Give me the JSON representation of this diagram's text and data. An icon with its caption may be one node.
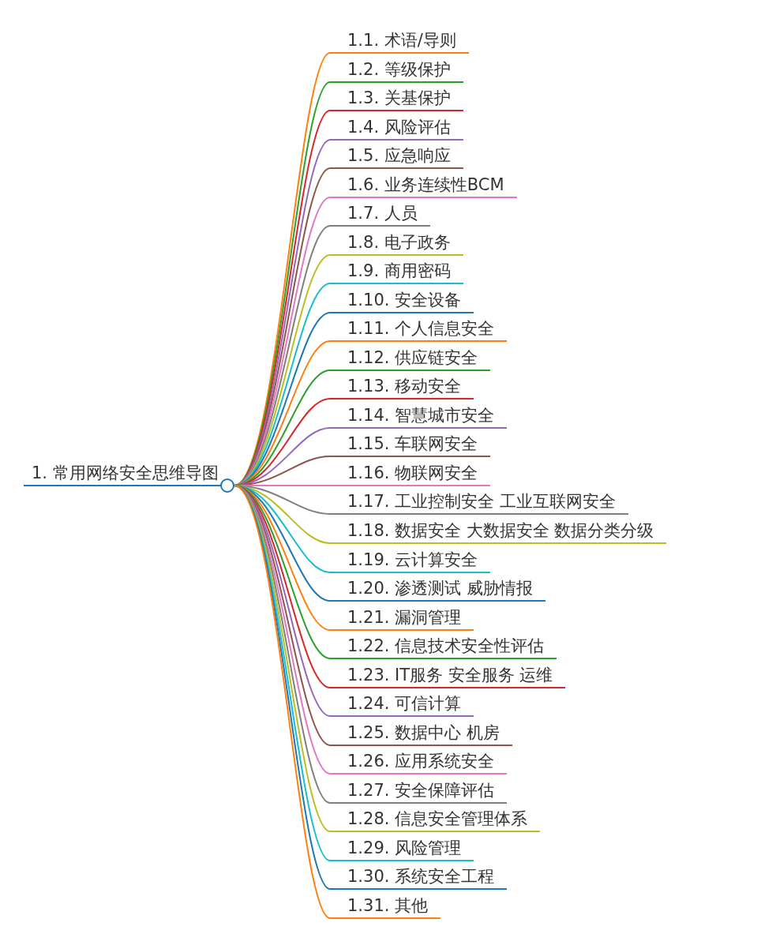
{
  "diagram": {
    "nodes": [
      {
        "text": [
          "1. 常用网络安全思维导图"
        ]
      },
      {
        "text": [
          "1.1. 术语/导则"
        ]
      },
      {
        "text": [
          "1.2. 等级保护"
        ]
      },
      {
        "text": [
          "1.3. 关基保护"
        ]
      },
      {
        "text": [
          "1.4. 风险评估"
        ]
      },
      {
        "text": [
          "1.5. 应急响应"
        ]
      },
      {
        "text": [
          "1.6. 业务连续性BCM"
        ]
      },
      {
        "text": [
          "1.7. 人员"
        ]
      },
      {
        "text": [
          "1.8. 电子政务"
        ]
      },
      {
        "text": [
          "1.9. 商用密码"
        ]
      },
      {
        "text": [
          "1.10. 安全设备"
        ]
      },
      {
        "text": [
          "1.11. 个人信息安全"
        ]
      },
      {
        "text": [
          "1.12. 供应链安全"
        ]
      },
      {
        "text": [
          "1.13. 移动安全"
        ]
      },
      {
        "text": [
          "1.14. 智慧城市安全"
        ]
      },
      {
        "text": [
          "1.15. 车联网安全"
        ]
      },
      {
        "text": [
          "1.16. 物联网安全"
        ]
      },
      {
        "text": [
          "1.17. 工业控制安全 工业互联网安全"
        ]
      },
      {
        "text": [
          "1.18. 数据安全 大数据安全 数据分类分级"
        ]
      },
      {
        "text": [
          "1.19. 云计算安全"
        ]
      },
      {
        "text": [
          "1.20. 渗透测试 威胁情报"
        ]
      },
      {
        "text": [
          "1.21. 漏洞管理"
        ]
      },
      {
        "text": [
          "1.22. 信息技术安全性评估"
        ]
      },
      {
        "text": [
          "1.23. IT服务 安全服务 运维"
        ]
      },
      {
        "text": [
          "1.24. 可信计算"
        ]
      },
      {
        "text": [
          "1.25. 数据中心 机房"
        ]
      },
      {
        "text": [
          "1.26. 应用系统安全"
        ]
      },
      {
        "text": [
          "1.27. 安全保障评估"
        ]
      },
      {
        "text": [
          "1.28. 信息安全管理体系"
        ]
      },
      {
        "text": [
          "1.29. 风险管理"
        ]
      },
      {
        "text": [
          "1.30. 系统安全工程"
        ]
      },
      {
        "text": [
          "1.31. 其他"
        ]
      }
    ],
    "edges": [
      {
        "from": 0,
        "to": 1,
        "arrow": "none",
        "color": "#ff7f0e"
      },
      {
        "from": 0,
        "to": 2,
        "arrow": "none",
        "color": "#2ca02c"
      },
      {
        "from": 0,
        "to": 3,
        "arrow": "none",
        "color": "#d62728"
      },
      {
        "from": 0,
        "to": 4,
        "arrow": "none",
        "color": "#9467bd"
      },
      {
        "from": 0,
        "to": 5,
        "arrow": "none",
        "color": "#8c564b"
      },
      {
        "from": 0,
        "to": 6,
        "arrow": "none",
        "color": "#e377c2"
      },
      {
        "from": 0,
        "to": 7,
        "arrow": "none",
        "color": "#7f7f7f"
      },
      {
        "from": 0,
        "to": 8,
        "arrow": "none",
        "color": "#bcbd22"
      },
      {
        "from": 0,
        "to": 9,
        "arrow": "none",
        "color": "#17becf"
      },
      {
        "from": 0,
        "to": 10,
        "arrow": "none",
        "color": "#1f77b4"
      },
      {
        "from": 0,
        "to": 11,
        "arrow": "none",
        "color": "#ff7f0e"
      },
      {
        "from": 0,
        "to": 12,
        "arrow": "none",
        "color": "#2ca02c"
      },
      {
        "from": 0,
        "to": 13,
        "arrow": "none",
        "color": "#d62728"
      },
      {
        "from": 0,
        "to": 14,
        "arrow": "none",
        "color": "#9467bd"
      },
      {
        "from": 0,
        "to": 15,
        "arrow": "none",
        "color": "#8c564b"
      },
      {
        "from": 0,
        "to": 16,
        "arrow": "none",
        "color": "#e377c2"
      },
      {
        "from": 0,
        "to": 17,
        "arrow": "none",
        "color": "#7f7f7f"
      },
      {
        "from": 0,
        "to": 18,
        "arrow": "none",
        "color": "#bcbd22"
      },
      {
        "from": 0,
        "to": 19,
        "arrow": "none",
        "color": "#17becf"
      },
      {
        "from": 0,
        "to": 20,
        "arrow": "none",
        "color": "#1f77b4"
      },
      {
        "from": 0,
        "to": 21,
        "arrow": "none",
        "color": "#ff7f0e"
      },
      {
        "from": 0,
        "to": 22,
        "arrow": "none",
        "color": "#2ca02c"
      },
      {
        "from": 0,
        "to": 23,
        "arrow": "none",
        "color": "#d62728"
      },
      {
        "from": 0,
        "to": 24,
        "arrow": "none",
        "color": "#9467bd"
      },
      {
        "from": 0,
        "to": 25,
        "arrow": "none",
        "color": "#8c564b"
      },
      {
        "from": 0,
        "to": 26,
        "arrow": "none",
        "color": "#e377c2"
      },
      {
        "from": 0,
        "to": 27,
        "arrow": "none",
        "color": "#7f7f7f"
      },
      {
        "from": 0,
        "to": 28,
        "arrow": "none",
        "color": "#bcbd22"
      },
      {
        "from": 0,
        "to": 29,
        "arrow": "none",
        "color": "#17becf"
      },
      {
        "from": 0,
        "to": 30,
        "arrow": "none",
        "color": "#1f77b4"
      },
      {
        "from": 0,
        "to": 31,
        "arrow": "none",
        "color": "#ff7f0e"
      }
    ]
  }
}
